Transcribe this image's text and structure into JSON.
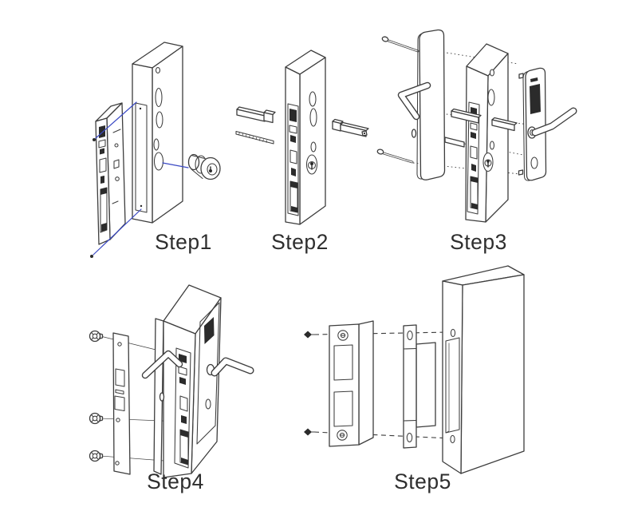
{
  "steps": [
    {
      "label": "Step1"
    },
    {
      "label": "Step2"
    },
    {
      "label": "Step3"
    },
    {
      "label": "Step4"
    },
    {
      "label": "Step5"
    }
  ],
  "colors": {
    "background": "#ffffff",
    "ink": "#3d3d3d",
    "ink_dark": "#2b2b2b",
    "accent_blue": "#3a49c4",
    "label_text": "#2e2e2e"
  }
}
